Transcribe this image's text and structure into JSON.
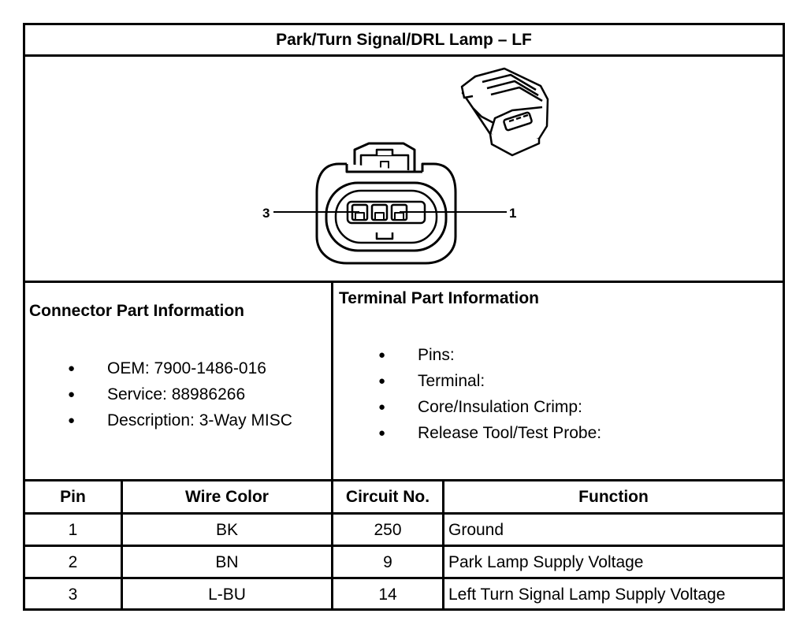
{
  "title": "Park/Turn Signal/DRL Lamp – LF",
  "diagram": {
    "pin_label_left": "3",
    "pin_label_right": "1"
  },
  "connector_info": {
    "heading": "Connector Part Information",
    "items": [
      "OEM: 7900-1486-016",
      "Service: 88986266",
      "Description: 3-Way MISC"
    ]
  },
  "terminal_info": {
    "heading": "Terminal Part Information",
    "items": [
      "Pins:",
      "Terminal:",
      "Core/Insulation Crimp:",
      "Release Tool/Test Probe:"
    ]
  },
  "pin_table": {
    "headers": [
      "Pin",
      "Wire Color",
      "Circuit No.",
      "Function"
    ],
    "rows": [
      [
        "1",
        "BK",
        "250",
        "Ground"
      ],
      [
        "2",
        "BN",
        "9",
        "Park Lamp Supply Voltage"
      ],
      [
        "3",
        "L-BU",
        "14",
        "Left Turn Signal Lamp Supply Voltage"
      ]
    ]
  }
}
